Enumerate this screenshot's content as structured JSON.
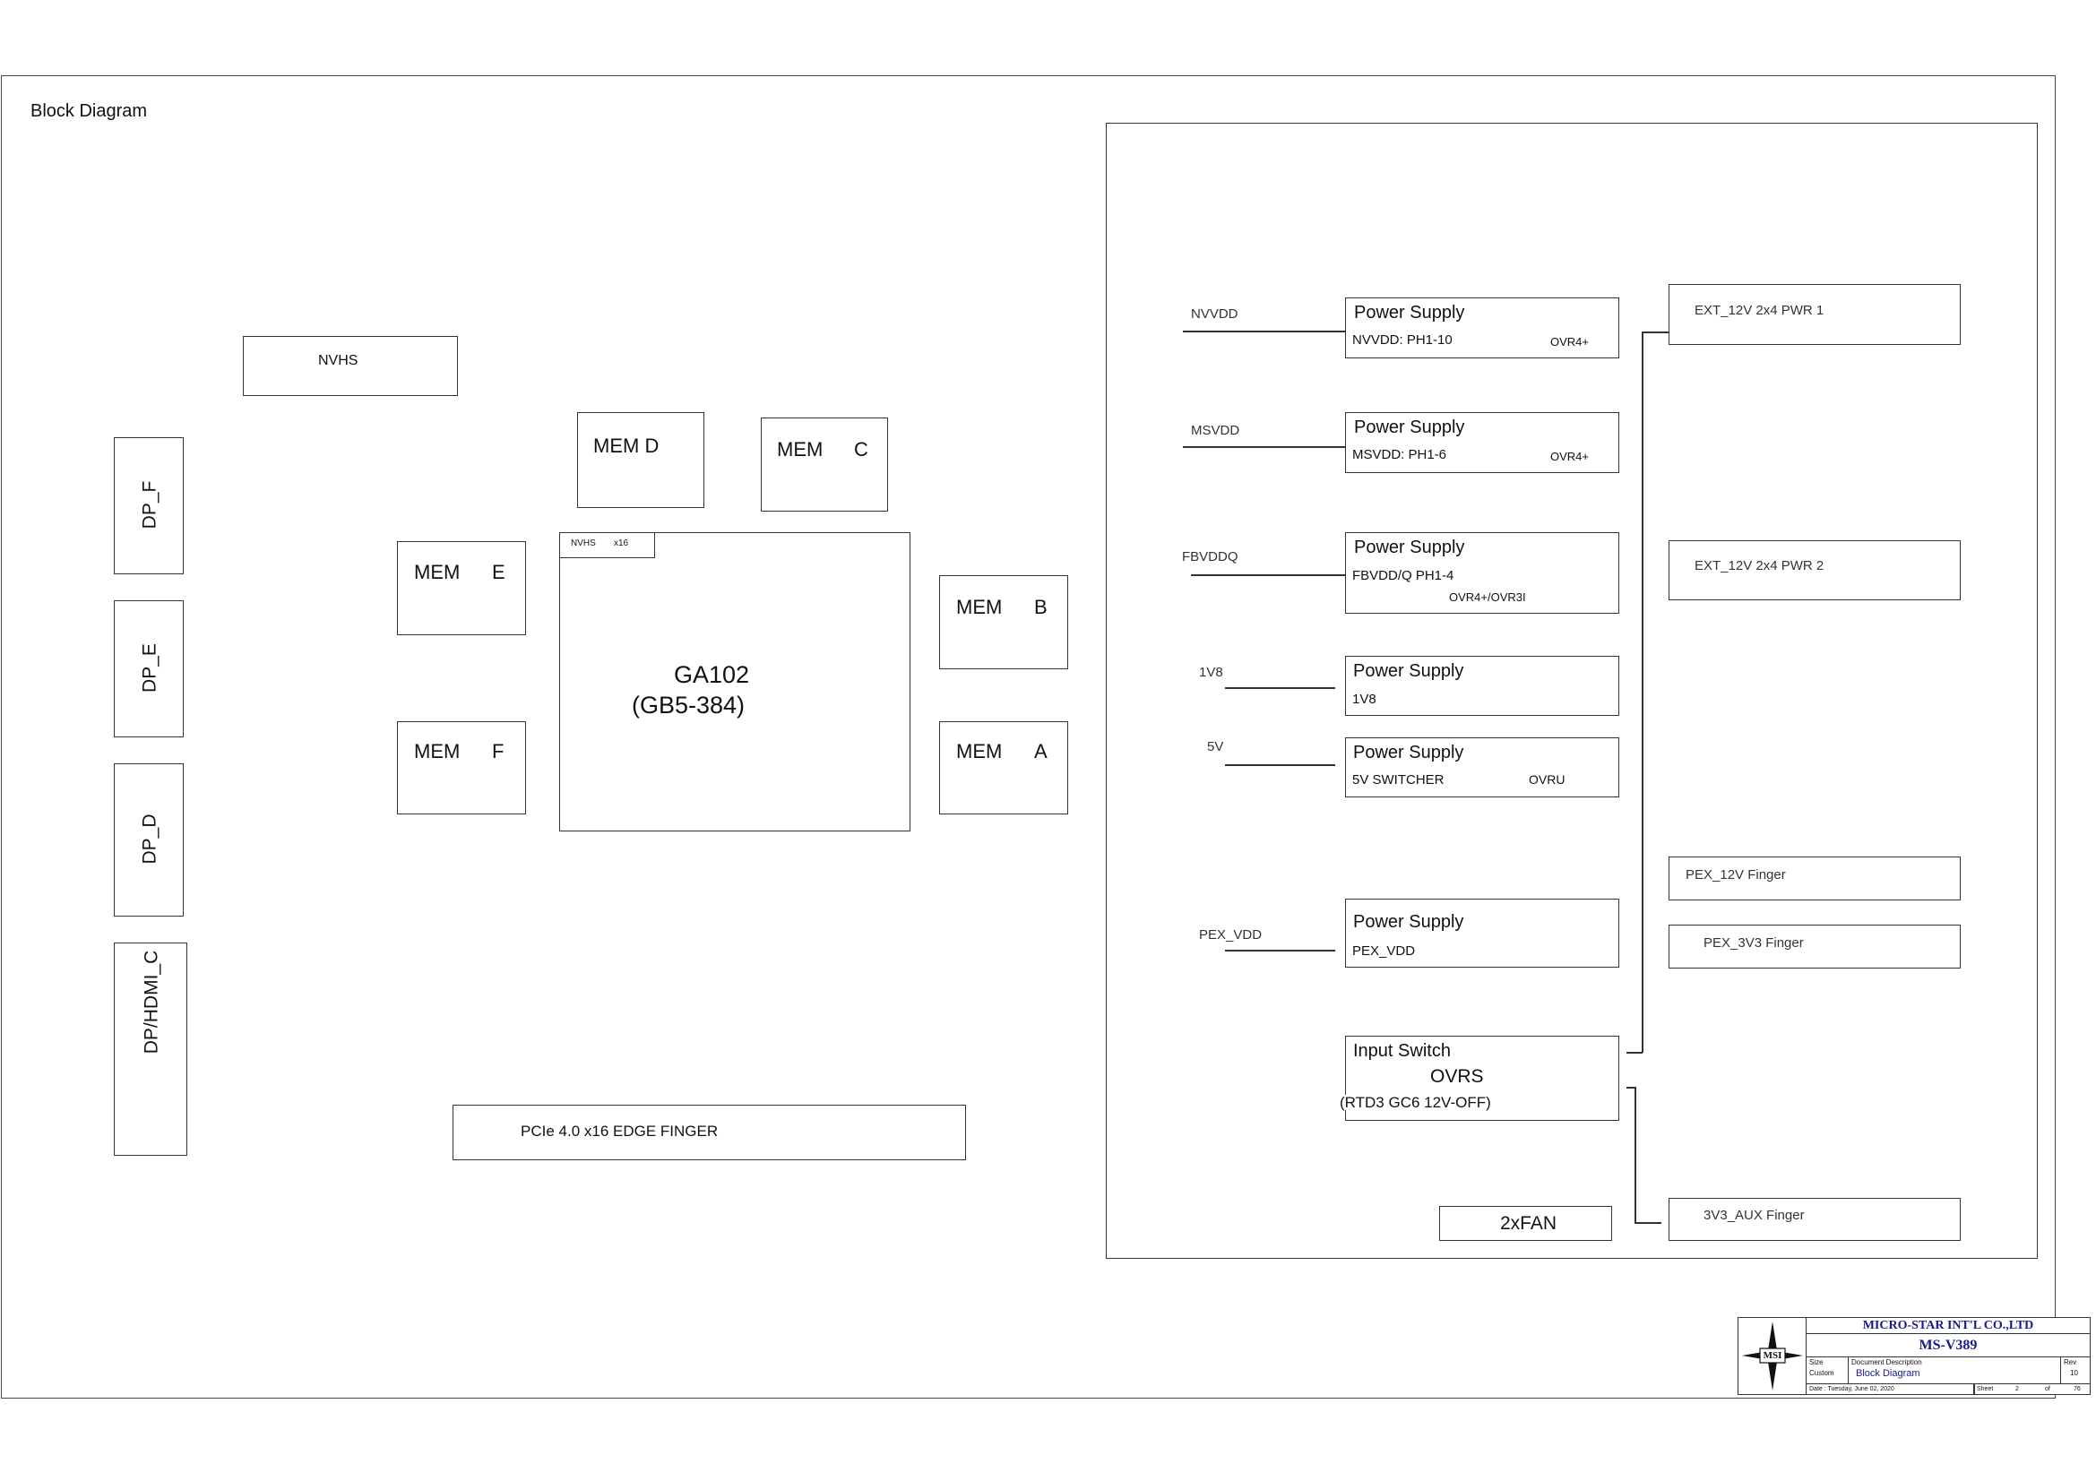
{
  "page": {
    "title": "Block Diagram"
  },
  "left_side": {
    "nvhs_box": "NVHS",
    "dp_ports": [
      "DP_F",
      "DP_E",
      "DP_D",
      "DP/HDMI_C"
    ],
    "memory": {
      "mem_d": "MEM D",
      "mem_c": {
        "label": "MEM",
        "suffix": "C"
      },
      "mem_e": {
        "label": "MEM",
        "suffix": "E"
      },
      "mem_f": {
        "label": "MEM",
        "suffix": "F"
      },
      "mem_b": {
        "label": "MEM",
        "suffix": "B"
      },
      "mem_a": {
        "label": "MEM",
        "suffix": "A"
      }
    },
    "gpu": {
      "tab_left": "NVHS",
      "tab_right": "x16",
      "name": "GA102",
      "subname": "(GB5-384)"
    },
    "pcie": "PCIe 4.0 x16 EDGE FINGER"
  },
  "power_section": {
    "rails": [
      {
        "net": "NVVDD",
        "title": "Power Supply",
        "detail": "NVVDD: PH1-10",
        "ovr": "OVR4+"
      },
      {
        "net": "MSVDD",
        "title": "Power Supply",
        "detail": "MSVDD: PH1-6",
        "ovr": "OVR4+"
      },
      {
        "net": "FBVDDQ",
        "title": "Power Supply",
        "detail": "FBVDD/Q PH1-4",
        "ovr": "OVR4+/OVR3I"
      },
      {
        "net": "1V8",
        "title": "Power Supply",
        "detail": "1V8",
        "ovr": ""
      },
      {
        "net": "5V",
        "title": "Power Supply",
        "detail": "5V  SWITCHER",
        "ovr": "OVRU"
      },
      {
        "net": "PEX_VDD",
        "title": "Power Supply",
        "detail": "PEX_VDD",
        "ovr": ""
      }
    ],
    "input_switch": {
      "title": "Input  Switch",
      "name": "OVRS",
      "note": "(RTD3  GC6  12V-OFF)"
    },
    "fan": "2xFAN",
    "inputs": [
      "EXT_12V 2x4 PWR 1",
      "EXT_12V 2x4 PWR 2",
      "PEX_12V  Finger",
      "PEX_3V3  Finger",
      "3V3_AUX Finger"
    ]
  },
  "title_block": {
    "company": "MICRO-STAR INT'L CO.,LTD",
    "logo_text": "MSI",
    "model": "MS-V389",
    "size_label": "Size",
    "size_value": "Custom",
    "doc_label": "Document  Description",
    "doc_value": "Block Diagram",
    "rev_label": "Rev",
    "rev_value": "10",
    "date": "Date :  Tuesday, June 02, 2020",
    "sheet_label": "Sheet",
    "sheet_value": "2",
    "of_label": "of",
    "of_value": "76"
  },
  "colors": {
    "line": "#333333",
    "title_blue": "#1a1a8c"
  }
}
